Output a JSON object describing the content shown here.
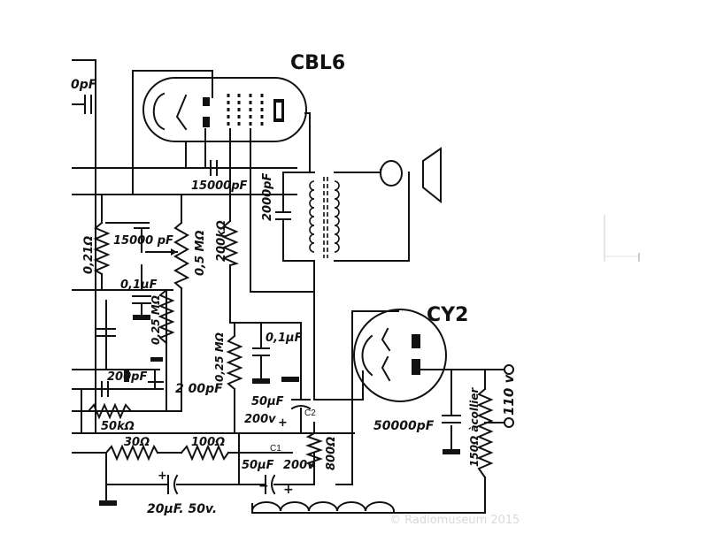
{
  "tubes": {
    "power_tube": "CBL6",
    "rectifier": "CY2"
  },
  "components": {
    "c_top_left": "0pF",
    "c_coupling_15000": "15000pF",
    "c_grid_15000": "15000 pF",
    "c_output_2000": "2000pF",
    "r_021": "0,21Ω",
    "r_05M": "0,5 MΩ",
    "r_200k": "200kΩ",
    "c_01_left": "0,1µF",
    "r_025M_left": "0,25 MΩ",
    "c_200_a": "200pF",
    "c_200_b": "2 00pF",
    "r_50k": "50kΩ",
    "r_025M_mid": "0,25 MΩ",
    "c_01_mid": "0,1µF",
    "c2_cap": "50µF",
    "c2_volt": "200v",
    "c2_plus": "+",
    "c1_cap": "50µF",
    "c1_volt": "200v",
    "c1_minus": "−",
    "c1_plus": "+",
    "r_30": "30Ω",
    "r_100": "100Ω",
    "r_800": "800Ω",
    "c_20": "20µF. 50v.",
    "c_20_plus": "+",
    "c_50000": "50000pF",
    "r_150": "150Ω àcollier",
    "mains": "110 v"
  },
  "annotations": {
    "c1": "C1",
    "c2": "C2"
  },
  "watermark": "© Radiomuseum 2015"
}
